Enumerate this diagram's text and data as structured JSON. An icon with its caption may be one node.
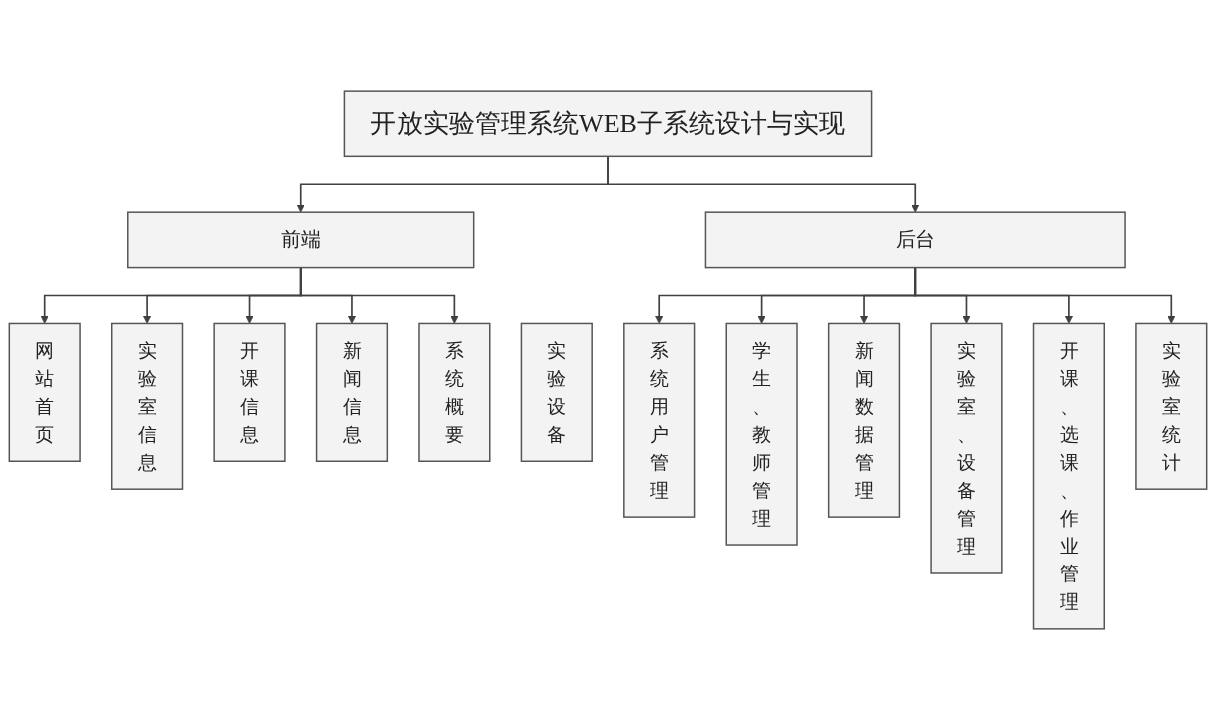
{
  "diagram": {
    "nodes": [
      {
        "text": [
          "开放实验管理系统WEB子系统设计与实现"
        ]
      },
      {
        "text": [
          "前端"
        ]
      },
      {
        "text": [
          "后台"
        ]
      },
      {
        "text": [
          "网站首页"
        ]
      },
      {
        "text": [
          "实验室信息"
        ]
      },
      {
        "text": [
          "开课信息"
        ]
      },
      {
        "text": [
          "实验设备"
        ]
      },
      {
        "text": [
          "新闻信息"
        ]
      },
      {
        "text": [
          "系统概要"
        ]
      },
      {
        "text": [
          "系统用户管理"
        ]
      },
      {
        "text": [
          "学生、教师管理"
        ]
      },
      {
        "text": [
          "新闻数据管理"
        ]
      },
      {
        "text": [
          "实验室、设备管理"
        ]
      },
      {
        "text": [
          "开课、选课、作业管理"
        ]
      },
      {
        "text": [
          "实验室统计"
        ]
      }
    ],
    "edges": [
      {
        "from": 0,
        "to": 1,
        "arrow": "to"
      },
      {
        "from": 0,
        "to": 2,
        "arrow": "to"
      },
      {
        "from": 1,
        "to": 3,
        "arrow": "to"
      },
      {
        "from": 1,
        "to": 4,
        "arrow": "to"
      },
      {
        "from": 1,
        "to": 5,
        "arrow": "to"
      },
      {
        "from": 1,
        "to": 7,
        "arrow": "to"
      },
      {
        "from": 1,
        "to": 8,
        "arrow": "to"
      },
      {
        "from": 2,
        "to": 9,
        "arrow": "to"
      },
      {
        "from": 2,
        "to": 10,
        "arrow": "to"
      },
      {
        "from": 2,
        "to": 11,
        "arrow": "to"
      },
      {
        "from": 2,
        "to": 12,
        "arrow": "to"
      },
      {
        "from": 2,
        "to": 13,
        "arrow": "to"
      },
      {
        "from": 2,
        "to": 14,
        "arrow": "to"
      }
    ]
  }
}
